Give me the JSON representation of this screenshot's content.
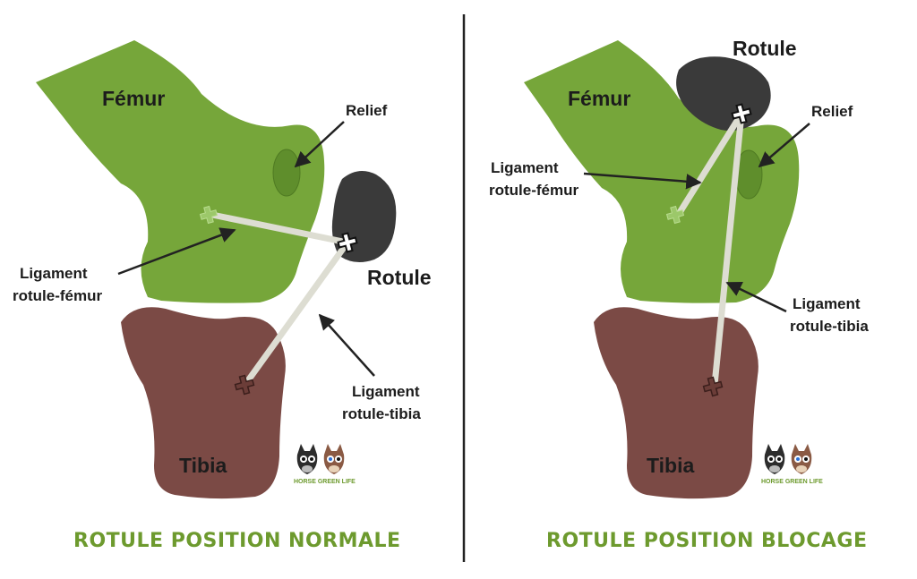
{
  "colors": {
    "femur": "#76a63a",
    "femur_dark": "#5f8e2c",
    "patella": "#3a3a3a",
    "tibia": "#7b4a45",
    "ligament": "#ddddd2",
    "caption": "#6d9a2e",
    "divider": "#222222"
  },
  "left_panel": {
    "femur": "Fémur",
    "relief": "Relief",
    "rotule": "Rotule",
    "lig_femur_1": "Ligament",
    "lig_femur_2": "rotule-fémur",
    "lig_tibia_1": "Ligament",
    "lig_tibia_2": "rotule-tibia",
    "tibia": "Tibia",
    "logo": "HORSE GREEN LIFE",
    "caption": "ROTULE POSITION NORMALE"
  },
  "right_panel": {
    "rotule": "Rotule",
    "femur": "Fémur",
    "relief": "Relief",
    "lig_femur_1": "Ligament",
    "lig_femur_2": "rotule-fémur",
    "lig_tibia_1": "Ligament",
    "lig_tibia_2": "rotule-tibia",
    "tibia": "Tibia",
    "logo": "HORSE GREEN LIFE",
    "caption": "ROTULE POSITION BLOCAGE"
  }
}
